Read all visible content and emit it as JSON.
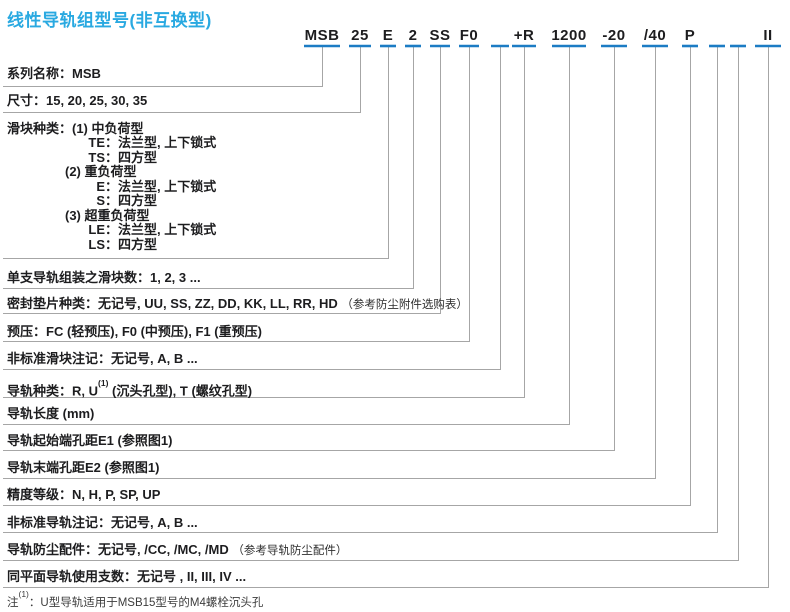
{
  "title": "线性导轨组型号(非互换型)",
  "colors": {
    "title_blue": "#29a9e1",
    "underline_blue": "#1c7cc4",
    "line_gray": "#a6a6a6",
    "text_dark": "#1d1d1f"
  },
  "model_code": {
    "segments": [
      "MSB",
      "25",
      "E",
      "2",
      "SS",
      "F0",
      "",
      "+R",
      "1200",
      "-20",
      "/40",
      "P",
      "",
      "",
      "II"
    ]
  },
  "rows": [
    {
      "label": "系列名称：MSB"
    },
    {
      "label": "尺寸：15, 20, 25, 30, 35"
    },
    {
      "label": "滑块种类：(1) 中负荷型",
      "items": [
        {
          "code": "TE：",
          "desc": "法兰型, 上下锁式"
        },
        {
          "code": "TS：",
          "desc": "四方型"
        },
        {
          "group": "(2) 重负荷型"
        },
        {
          "code": "E：",
          "desc": "法兰型, 上下锁式"
        },
        {
          "code": "S：",
          "desc": "四方型"
        },
        {
          "group": "(3) 超重负荷型"
        },
        {
          "code": "LE：",
          "desc": "法兰型, 上下锁式"
        },
        {
          "code": "LS：",
          "desc": "四方型"
        }
      ]
    },
    {
      "label": "单支导轨组装之滑块数：1, 2, 3 ..."
    },
    {
      "label": "密封垫片种类：无记号, UU, SS, ZZ, DD, KK, LL, RR, HD",
      "hint": "（参考防尘附件选购表）"
    },
    {
      "label": "预压：FC (轻预压), F0 (中预压), F1 (重预压)"
    },
    {
      "label": "非标准滑块注记：无记号, A, B ..."
    },
    {
      "pre": "导轨种类：R, U",
      "sup": "(1)",
      "post": " (沉头孔型), T (螺纹孔型)"
    },
    {
      "label": "导轨长度 (mm)"
    },
    {
      "label": "导轨起始端孔距E1 (参照图1)"
    },
    {
      "label": "导轨末端孔距E2 (参照图1)"
    },
    {
      "label": "精度等级：N, H, P, SP, UP"
    },
    {
      "label": "非标准导轨注记：无记号, A, B ..."
    },
    {
      "label": "导轨防尘配件：无记号, /CC, /MC, /MD",
      "hint": "（参考导轨防尘配件）"
    },
    {
      "label": "同平面导轨使用支数：无记号 , II, III, IV ..."
    }
  ],
  "note": {
    "pre": "注",
    "sup": "(1)",
    "post": "：U型导轨适用于MSB15型号的M4螺栓沉头孔"
  }
}
